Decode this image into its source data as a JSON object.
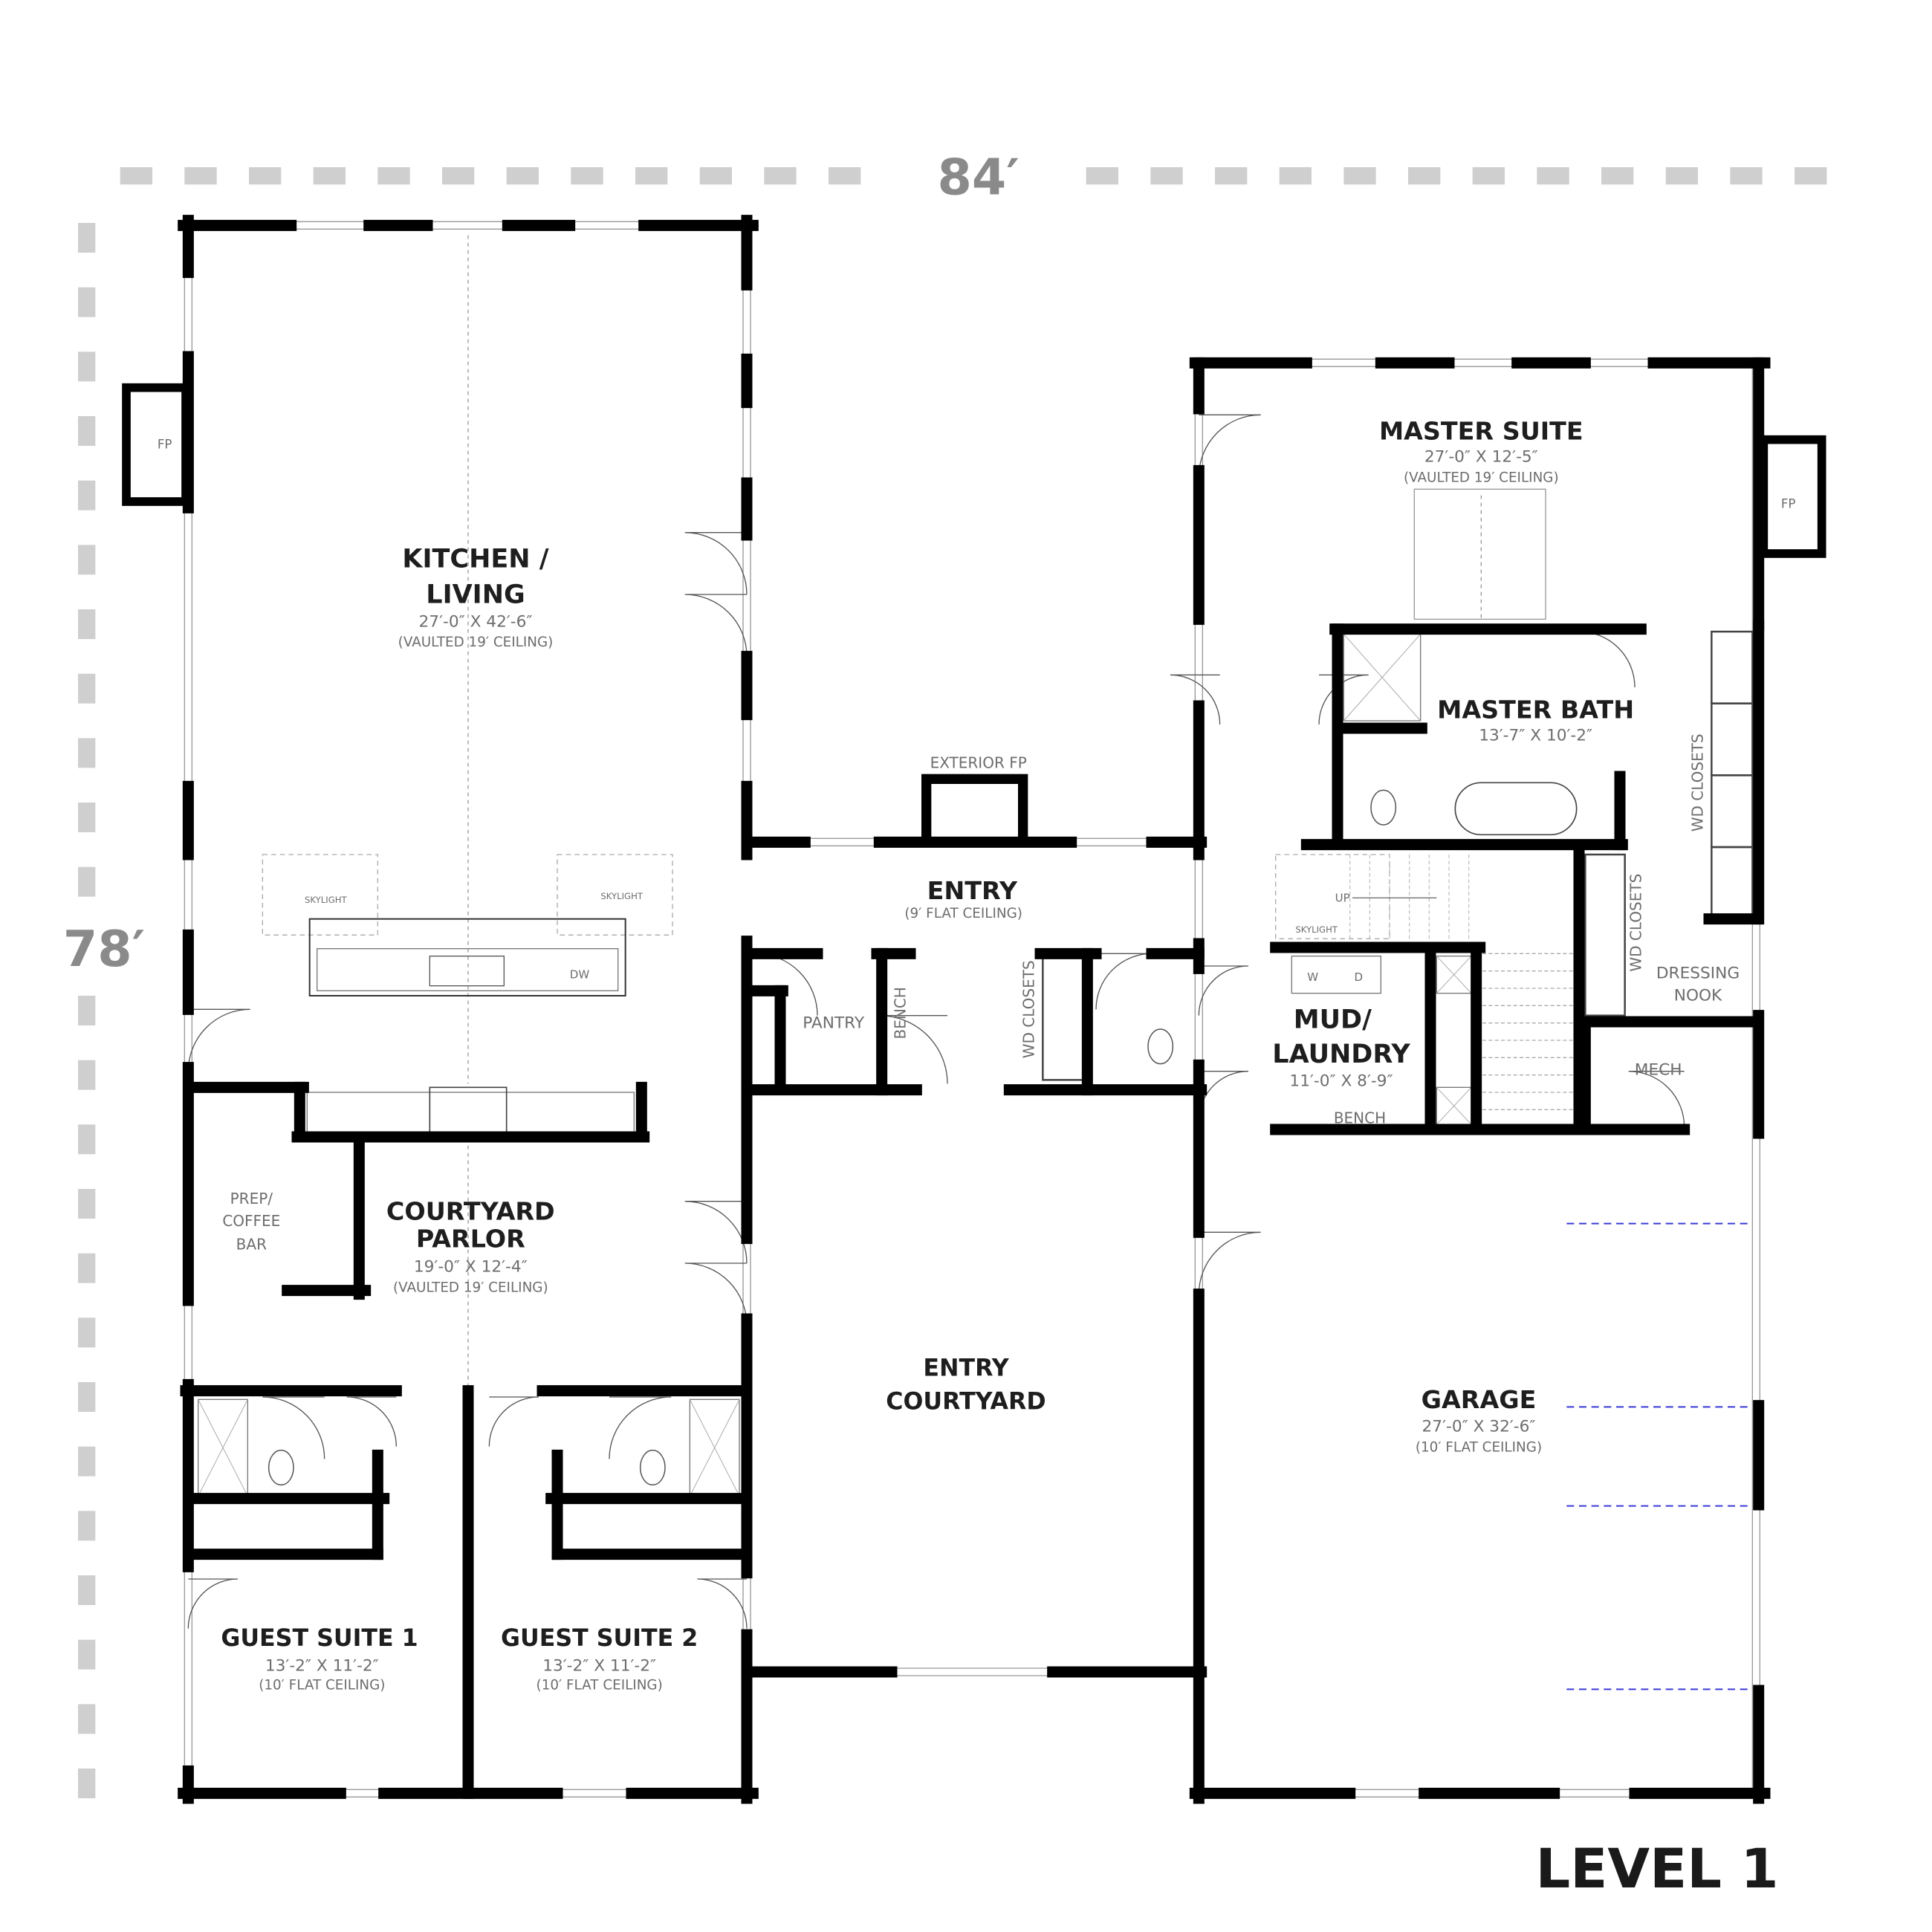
{
  "dimensions": {
    "width": "84′",
    "depth": "78′"
  },
  "level_label": "LEVEL 1",
  "colors": {
    "wall": "#000000",
    "dimension": "#cfcfcf",
    "garage_door": "#3a3ad6",
    "label": "#1e1e1e",
    "sublabel": "#6d6d6d"
  },
  "rooms": {
    "kitchen": {
      "line1": "KITCHEN /",
      "line2": "LIVING",
      "size": "27′-0″ X 42′-6″",
      "ceiling": "(VAULTED 19′ CEILING)"
    },
    "master_suite": {
      "line1": "MASTER SUITE",
      "size": "27′-0″ X 12′-5″",
      "ceiling": "(VAULTED 19′ CEILING)"
    },
    "master_bath": {
      "line1": "MASTER BATH",
      "size": "13′-7″ X 10′-2″"
    },
    "entry": {
      "line1": "ENTRY",
      "ceiling": "(9′ FLAT CEILING)"
    },
    "mud": {
      "line1": "MUD/",
      "line2": "LAUNDRY",
      "size": "11′-0″ X 8′-9″"
    },
    "parlor": {
      "line1": "COURTYARD",
      "line2": "PARLOR",
      "size": "19′-0″ X 12′-4″",
      "ceiling": "(VAULTED 19′ CEILING)"
    },
    "courtyard": {
      "line1": "ENTRY",
      "line2": "COURTYARD"
    },
    "garage": {
      "line1": "GARAGE",
      "size": "27′-0″ X 32′-6″",
      "ceiling": "(10′ FLAT CEILING)"
    },
    "guest1": {
      "line1": "GUEST SUITE 1",
      "size": "13′-2″ X 11′-2″",
      "ceiling": "(10′ FLAT CEILING)"
    },
    "guest2": {
      "line1": "GUEST SUITE 2",
      "size": "13′-2″ X 11′-2″",
      "ceiling": "(10′ FLAT CEILING)"
    }
  },
  "labels": {
    "exterior_fp": "EXTERIOR FP",
    "pantry": "PANTRY",
    "bench": "BENCH",
    "wd_closets": "WD CLOSETS",
    "dressing1": "DRESSING",
    "dressing2": "NOOK",
    "mech": "MECH",
    "mud_bench": "BENCH",
    "washer": "W",
    "dryer": "D",
    "up": "UP",
    "skylight": "SKYLIGHT",
    "dw": "DW",
    "fp": "FP",
    "prep1": "PREP/",
    "prep2": "COFFEE",
    "prep3": "BAR"
  }
}
